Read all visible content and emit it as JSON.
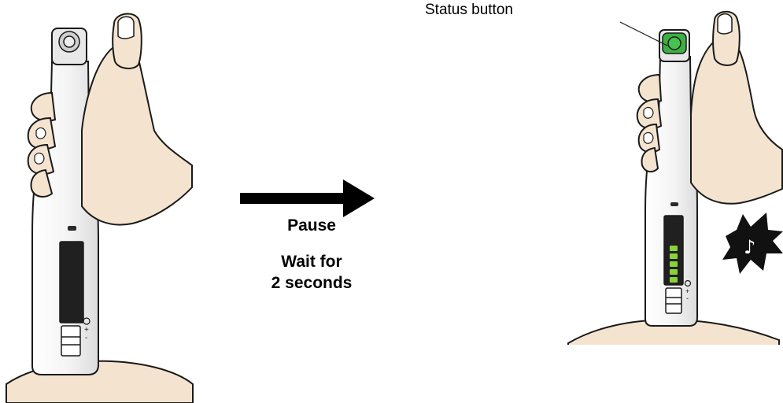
{
  "labels": {
    "status_button": "Status button",
    "pause": "Pause",
    "wait_line1": "Wait for",
    "wait_line2": "2 seconds"
  },
  "icons": {
    "arrow": "right-arrow-icon",
    "sound": "music-note-icon"
  },
  "colors": {
    "status_button": "#3cb043",
    "progress_bars": "#8bd13a",
    "skin": "#f4e4cf",
    "outline": "#1a1a1a"
  },
  "progress": {
    "before_filled_fraction": 0,
    "after_filled_fraction": 1
  }
}
